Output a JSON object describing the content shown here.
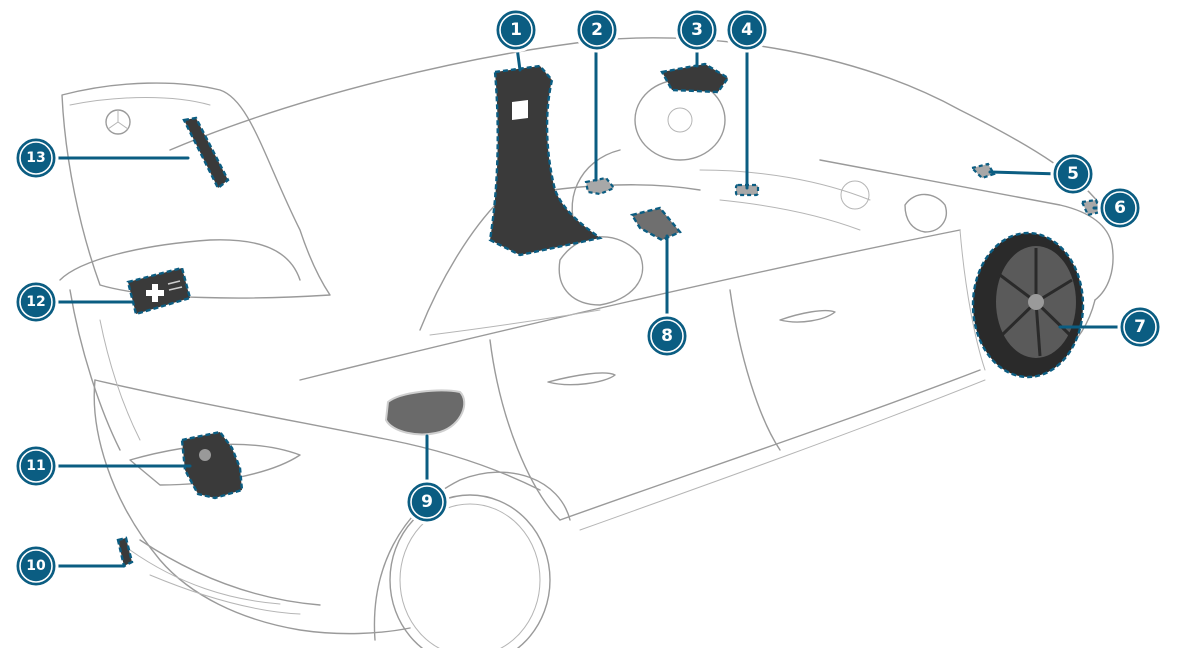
{
  "callouts": [
    {
      "label": "1"
    },
    {
      "label": "2"
    },
    {
      "label": "3"
    },
    {
      "label": "4"
    },
    {
      "label": "5"
    },
    {
      "label": "6"
    },
    {
      "label": "7"
    },
    {
      "label": "8"
    },
    {
      "label": "9"
    },
    {
      "label": "10"
    },
    {
      "label": "11"
    },
    {
      "label": "12"
    },
    {
      "label": "13"
    }
  ],
  "colors": {
    "accent": "#0b5d82",
    "part_dark": "#3a3a3a",
    "part_mid": "#6f6f6f",
    "outline": "#9a9a9a"
  }
}
